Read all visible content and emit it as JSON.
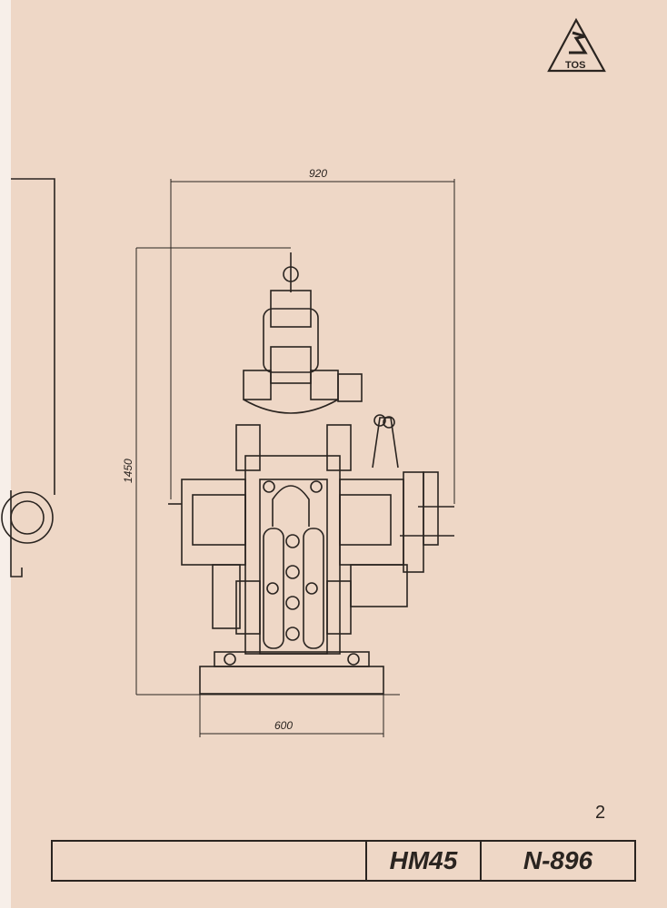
{
  "logo": {
    "text": "TOS"
  },
  "dimensions": {
    "width_top": "920",
    "height_left": "1450",
    "base_width": "600"
  },
  "page_number": "2",
  "title_block": {
    "blank": "",
    "model": "HM45",
    "drawing_number": "N-896"
  }
}
